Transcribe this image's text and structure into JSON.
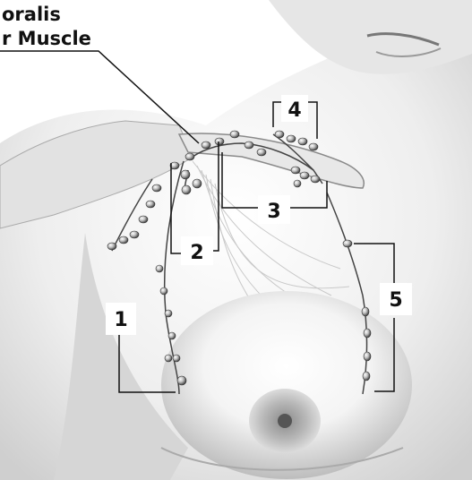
{
  "title": {
    "line1": "oralis",
    "line2": "r Muscle"
  },
  "region_labels": [
    "1",
    "2",
    "3",
    "4",
    "5"
  ]
}
